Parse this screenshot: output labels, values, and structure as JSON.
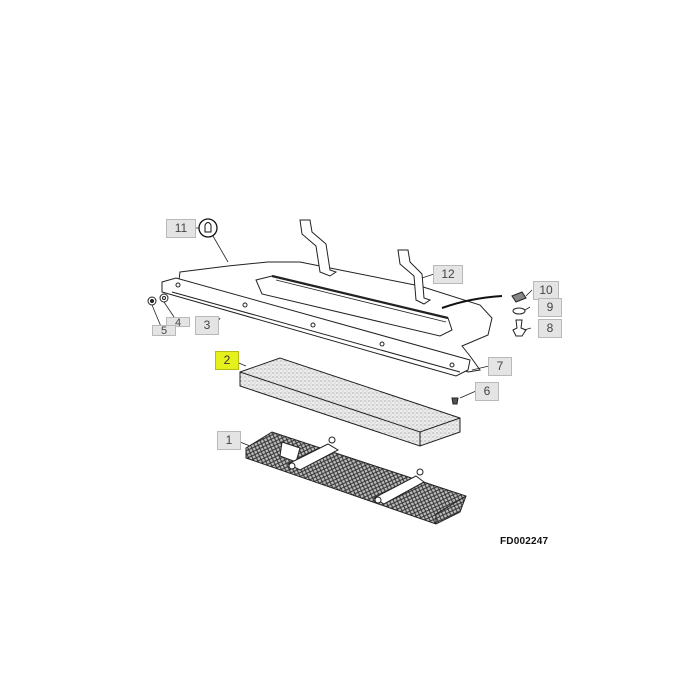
{
  "diagram": {
    "reference_code": "FD002247",
    "highlight_color": "#e6f01a",
    "selected_callout": "2",
    "callouts": [
      {
        "id": "1",
        "label": "1",
        "part": "filter-tray-mesh"
      },
      {
        "id": "2",
        "label": "2",
        "part": "filter-element"
      },
      {
        "id": "3",
        "label": "3",
        "part": "frame-rail"
      },
      {
        "id": "4",
        "label": "4",
        "part": "washer"
      },
      {
        "id": "5",
        "label": "5",
        "part": "nut"
      },
      {
        "id": "6",
        "label": "6",
        "part": "screw"
      },
      {
        "id": "7",
        "label": "7",
        "part": "cover-panel"
      },
      {
        "id": "8",
        "label": "8",
        "part": "push-rivet"
      },
      {
        "id": "9",
        "label": "9",
        "part": "grommet"
      },
      {
        "id": "10",
        "label": "10",
        "part": "clip"
      },
      {
        "id": "11",
        "label": "11",
        "part": "fastener-detail"
      },
      {
        "id": "12",
        "label": "12",
        "part": "mounting-bracket"
      }
    ]
  }
}
